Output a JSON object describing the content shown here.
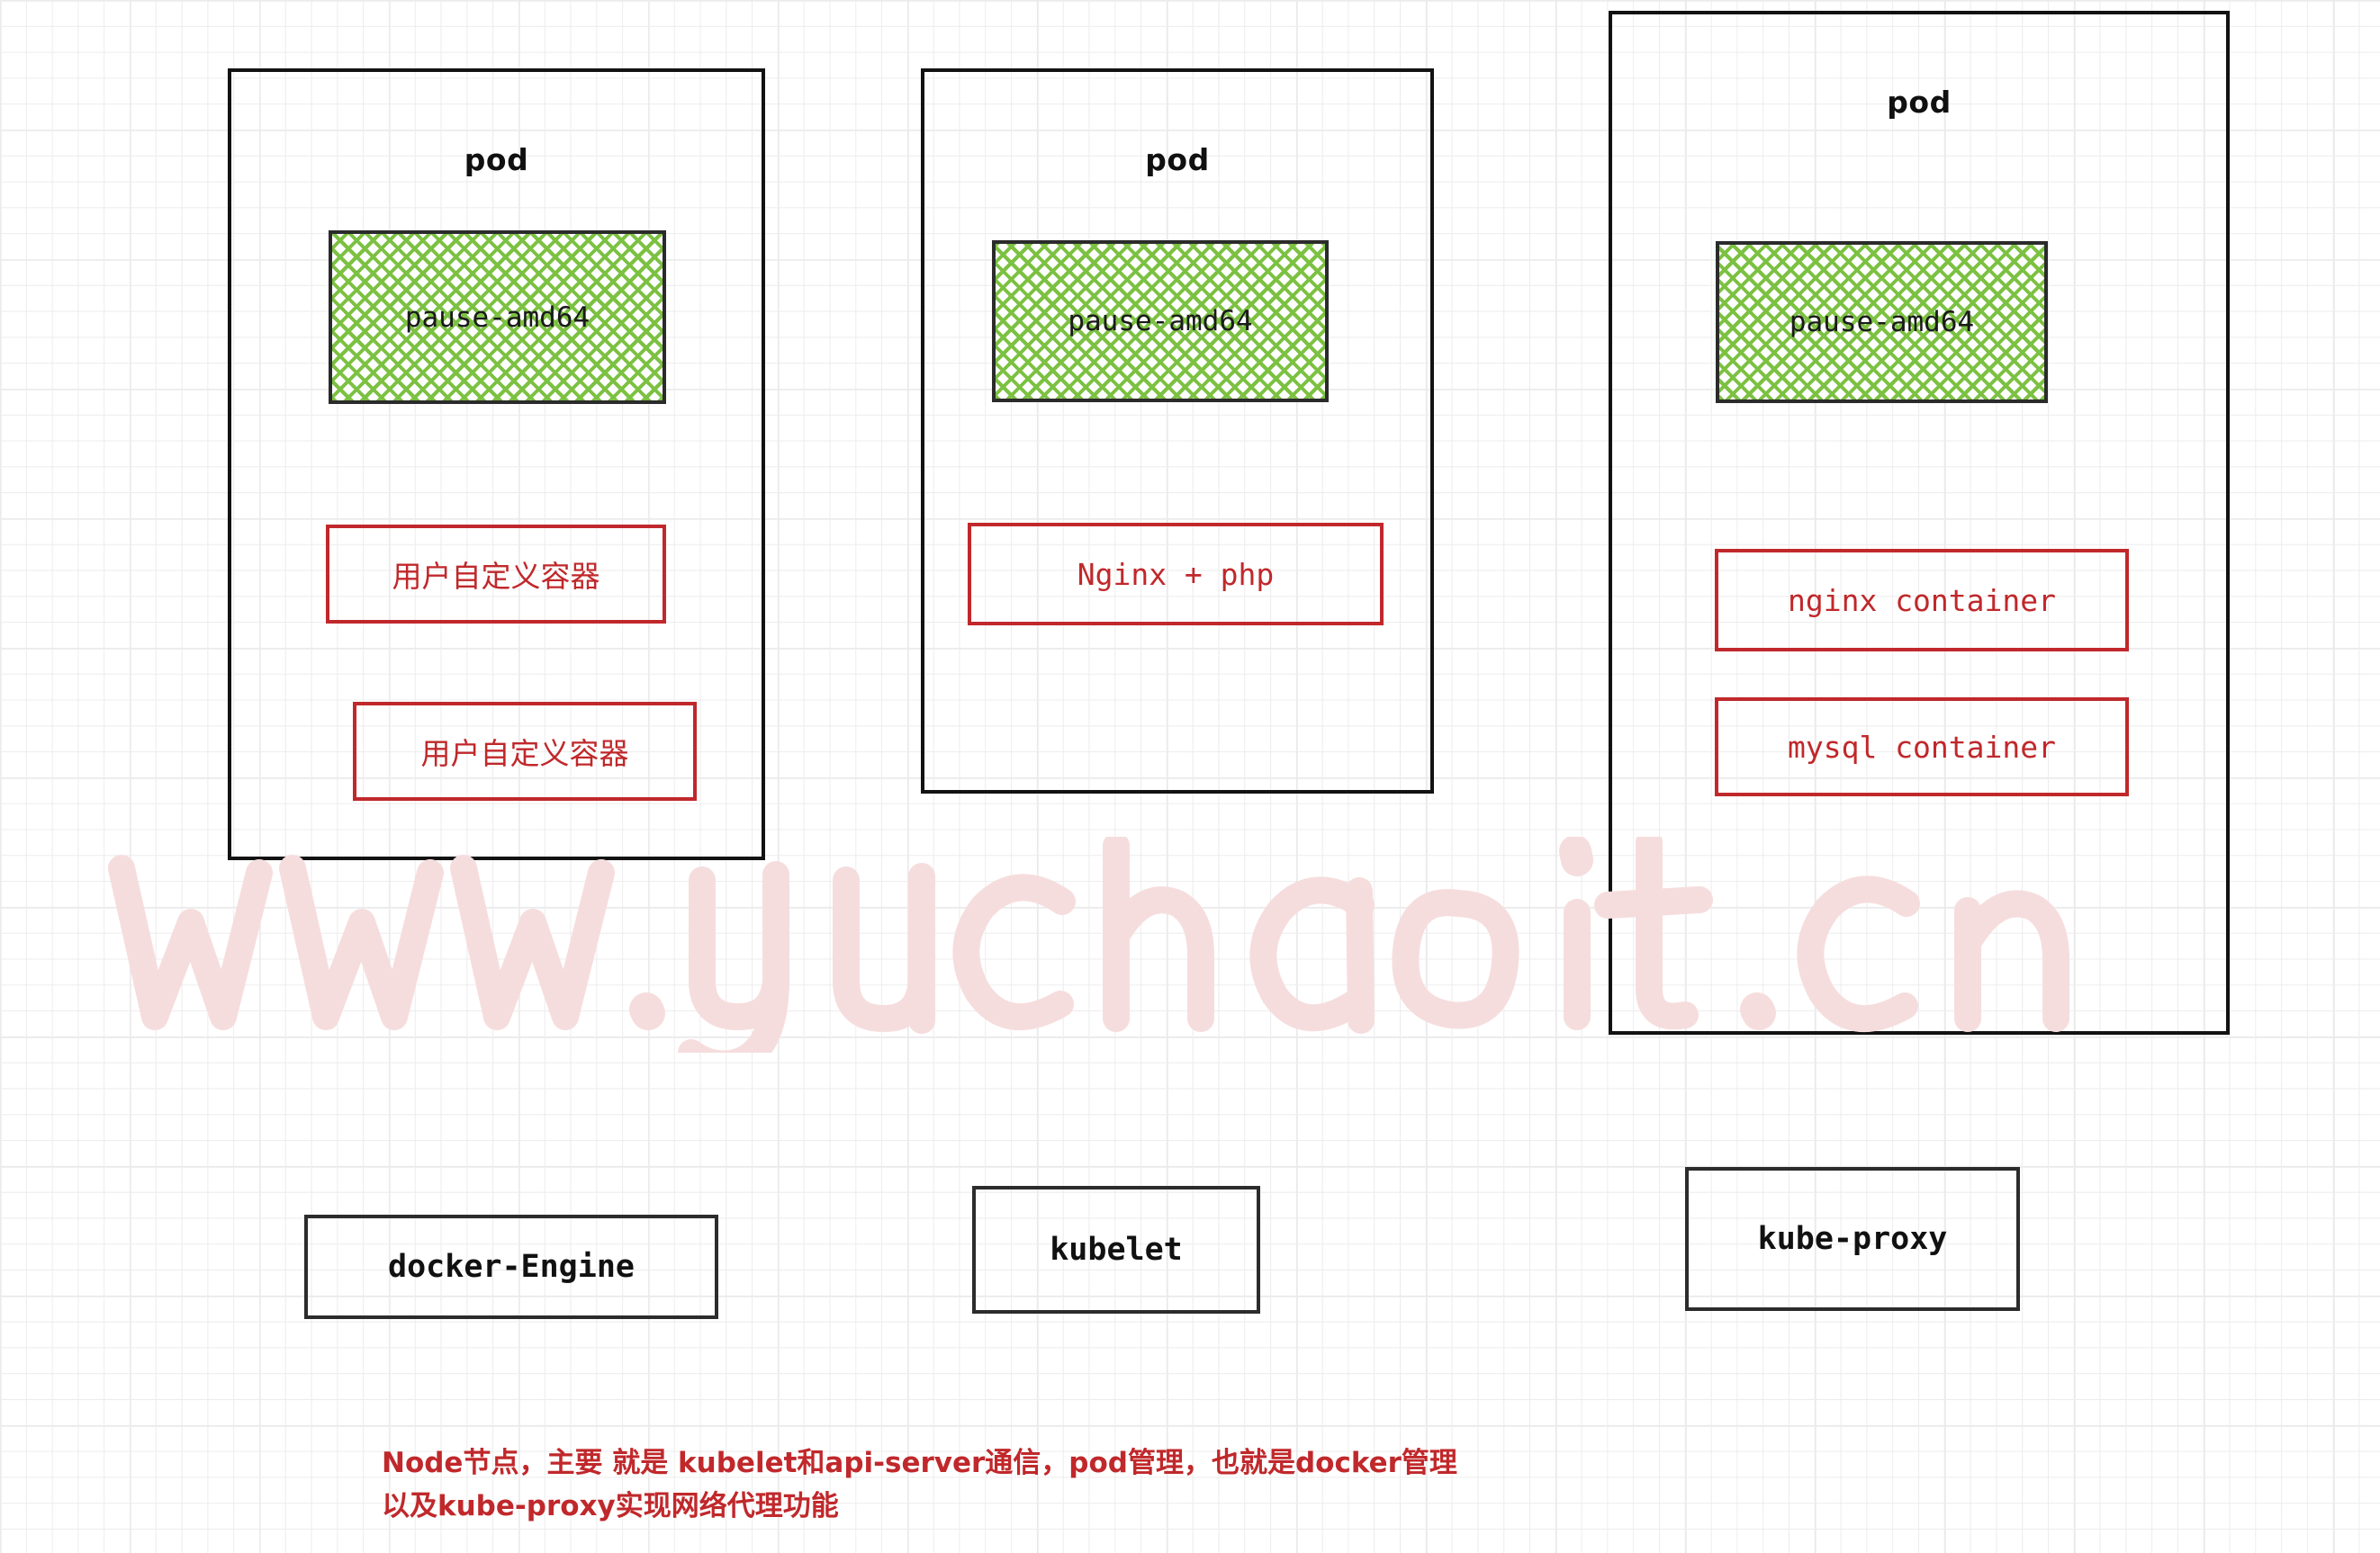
{
  "diagram": {
    "title": "Kubernetes Node pod architecture",
    "colors": {
      "red": "#C0282B",
      "green_hatch": "#7CC142",
      "black_outline": "#121212",
      "watermark_pink": "#F7DEDE",
      "grid_line": "#ECECED"
    },
    "pods": [
      {
        "label": "pod",
        "pause_container": "pause-amd64",
        "containers": [
          {
            "name": "用户自定义容器",
            "style": "cn"
          },
          {
            "name": "用户自定义容器",
            "style": "cn"
          }
        ]
      },
      {
        "label": "pod",
        "pause_container": "pause-amd64",
        "containers": [
          {
            "name": "Nginx + php",
            "style": "mono"
          }
        ]
      },
      {
        "label": "pod",
        "pause_container": "pause-amd64",
        "containers": [
          {
            "name": "nginx container",
            "style": "mono"
          },
          {
            "name": "mysql container",
            "style": "mono"
          }
        ]
      }
    ],
    "node_components": [
      {
        "label": "docker-Engine"
      },
      {
        "label": "kubelet"
      },
      {
        "label": "kube-proxy"
      }
    ],
    "caption": {
      "line1": "Node节点，主要 就是 kubelet和api-server通信，pod管理，也就是docker管理",
      "line2": "以及kube-proxy实现网络代理功能"
    },
    "watermark": {
      "text": "www.yuchaoit.cn"
    }
  }
}
